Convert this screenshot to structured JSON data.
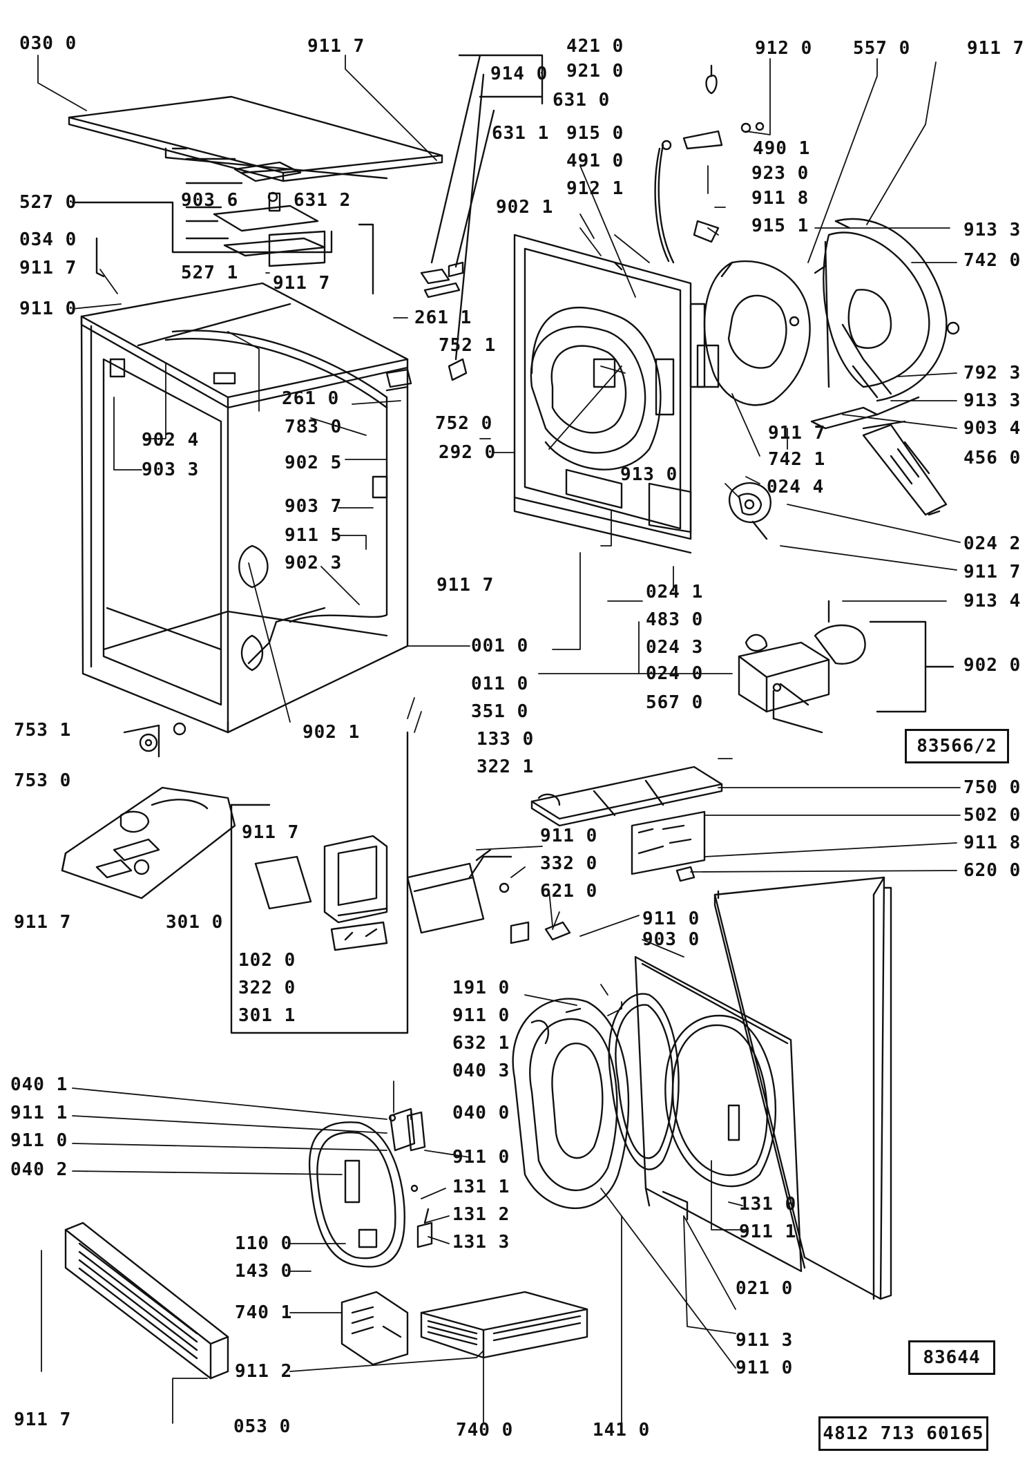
{
  "labels": {
    "l0300": "030 0",
    "l9117a": "911 7",
    "l4210": "421 0",
    "l9210": "921 0",
    "l9120": "912 0",
    "l5570": "557 0",
    "l9117b": "911 7",
    "l9140": "914 0",
    "l6310": "631 0",
    "l6311": "631 1",
    "l9150": "915 0",
    "l4910": "491 0",
    "l4901": "490 1",
    "l9230": "923 0",
    "l9021a": "902 1",
    "l9121": "912 1",
    "l9118a": "911 8",
    "l9151": "915 1",
    "l9133a": "913 3",
    "l7420": "742 0",
    "l5270": "527 0",
    "l9036": "903 6",
    "l6312": "631 2",
    "l0340": "034 0",
    "l9117c": "911 7",
    "l5271": "527 1",
    "l9117d": "911 7",
    "l9110a": "911 0",
    "l2611": "261 1",
    "l7521": "752 1",
    "l2610": "261 0",
    "l7520": "752 0",
    "l7830": "783 0",
    "l9024": "902 4",
    "l9033": "903 3",
    "l7923": "792 3",
    "l9133b": "913 3",
    "l9117e": "911 7",
    "l9034": "903 4",
    "l7421": "742 1",
    "l4560": "456 0",
    "l0244": "024 4",
    "l2920": "292 0",
    "l9130": "913 0",
    "l9025": "902 5",
    "l9037": "903 7",
    "l9115": "911 5",
    "l9023": "902 3",
    "l9117f": "911 7",
    "l0242": "024 2",
    "l9117g": "911 7",
    "l0241": "024 1",
    "l9134": "913 4",
    "l4830": "483 0",
    "l0243": "024 3",
    "l0010": "001 0",
    "l0240": "024 0",
    "l9020": "902 0",
    "l0110": "011 0",
    "l5670": "567 0",
    "l3510": "351 0",
    "l9021b": "902 1",
    "l7531": "753 1",
    "l1330": "133 0",
    "l3221": "322 1",
    "l7530": "753 0",
    "l7500": "750 0",
    "l5020": "502 0",
    "l9117h": "911 7",
    "l9110b": "911 0",
    "l9118b": "911 8",
    "l3320": "332 0",
    "l6200": "620 0",
    "l6210": "621 0",
    "l9117i": "911 7",
    "l3010": "301 0",
    "l9110c": "911 0",
    "l9030": "903 0",
    "l1020": "102 0",
    "l3220": "322 0",
    "l3011": "301 1",
    "l1910": "191 0",
    "l9110d": "911 0",
    "l6321": "632 1",
    "l0401": "040 1",
    "l0403": "040 3",
    "l9111a": "911 1",
    "l0400": "040 0",
    "l9110e": "911 0",
    "l9110f": "911 0",
    "l0402": "040 2",
    "l1311": "131 1",
    "l1310": "131 0",
    "l1312": "131 2",
    "l9111b": "911 1",
    "l1100": "110 0",
    "l1313": "131 3",
    "l1430": "143 0",
    "l0210": "021 0",
    "l7401": "740 1",
    "l9113": "911 3",
    "l9112": "911 2",
    "l9110g": "911 0",
    "l9117j": "911 7",
    "l0530": "053 0",
    "l7400": "740 0",
    "l1410": "141 0"
  },
  "refs": {
    "ref_a": "83566/2",
    "ref_b": "83644",
    "ref_c": "4812 713 60165"
  }
}
